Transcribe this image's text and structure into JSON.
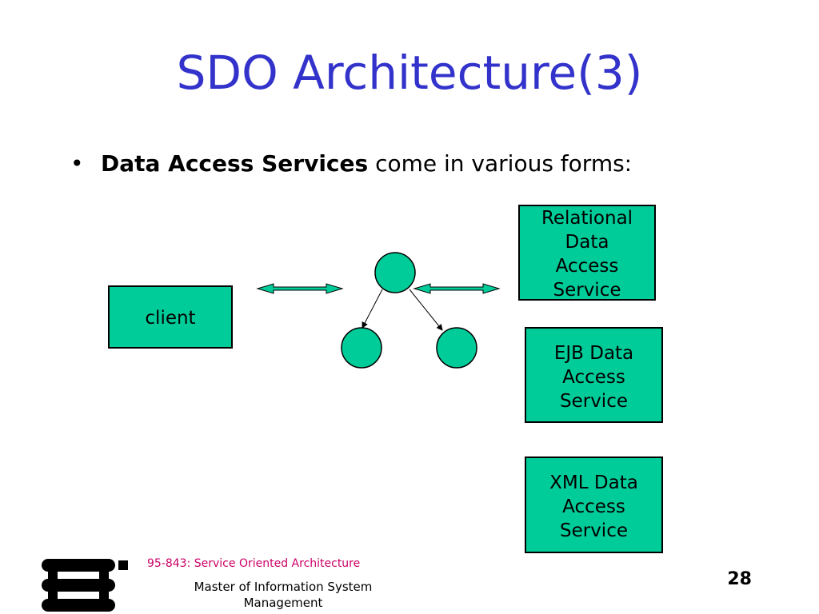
{
  "slide": {
    "title": "SDO Architecture(3)",
    "bullet": {
      "marker": "•",
      "bold_text": "Data Access Services",
      "rest_text": " come in various forms:"
    }
  },
  "diagram": {
    "client_label": "client",
    "services": [
      {
        "lines": [
          "Relational",
          "Data",
          "Access",
          "Service"
        ]
      },
      {
        "lines": [
          "EJB Data",
          "Access",
          "Service"
        ]
      },
      {
        "lines": [
          "XML Data",
          "Access",
          "Service"
        ]
      }
    ]
  },
  "footer": {
    "course": "95-843: Service Oriented Architecture",
    "program_line1": "Master of Information System",
    "program_line2": "Management",
    "page_number": "28"
  },
  "colors": {
    "title": "#3333cc",
    "box_fill": "#00cc99",
    "course_text": "#cc0066"
  }
}
